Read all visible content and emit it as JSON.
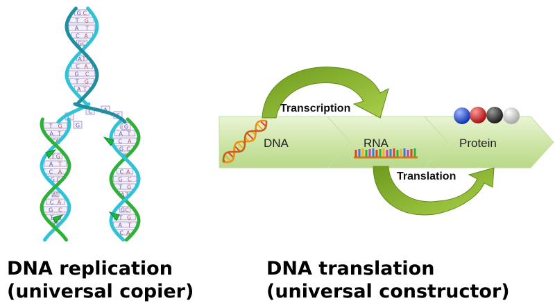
{
  "replication": {
    "caption_line1": "DNA replication",
    "caption_line2": "(universal copier)"
  },
  "translation": {
    "caption_line1": "DNA translation",
    "caption_line2": "(universal constructor)",
    "stages": [
      "DNA",
      "RNA",
      "Protein"
    ],
    "processes": [
      "Transcription",
      "Translation"
    ]
  },
  "base_letters": [
    "A",
    "T",
    "G",
    "C"
  ],
  "icons": [
    "dna-helix-icon",
    "rna-strand-icon",
    "protein-beads-icon"
  ],
  "colors": {
    "strand_cyan": "#2ec4d6",
    "strand_green": "#2fb03a",
    "arrow_green": "#8cb83a",
    "band_green": "#cfe6a8",
    "bead_blue": "#1f4fd6",
    "bead_red": "#d61f1f",
    "bead_dark": "#3a3a3a",
    "bead_white": "#e6e6e6"
  }
}
